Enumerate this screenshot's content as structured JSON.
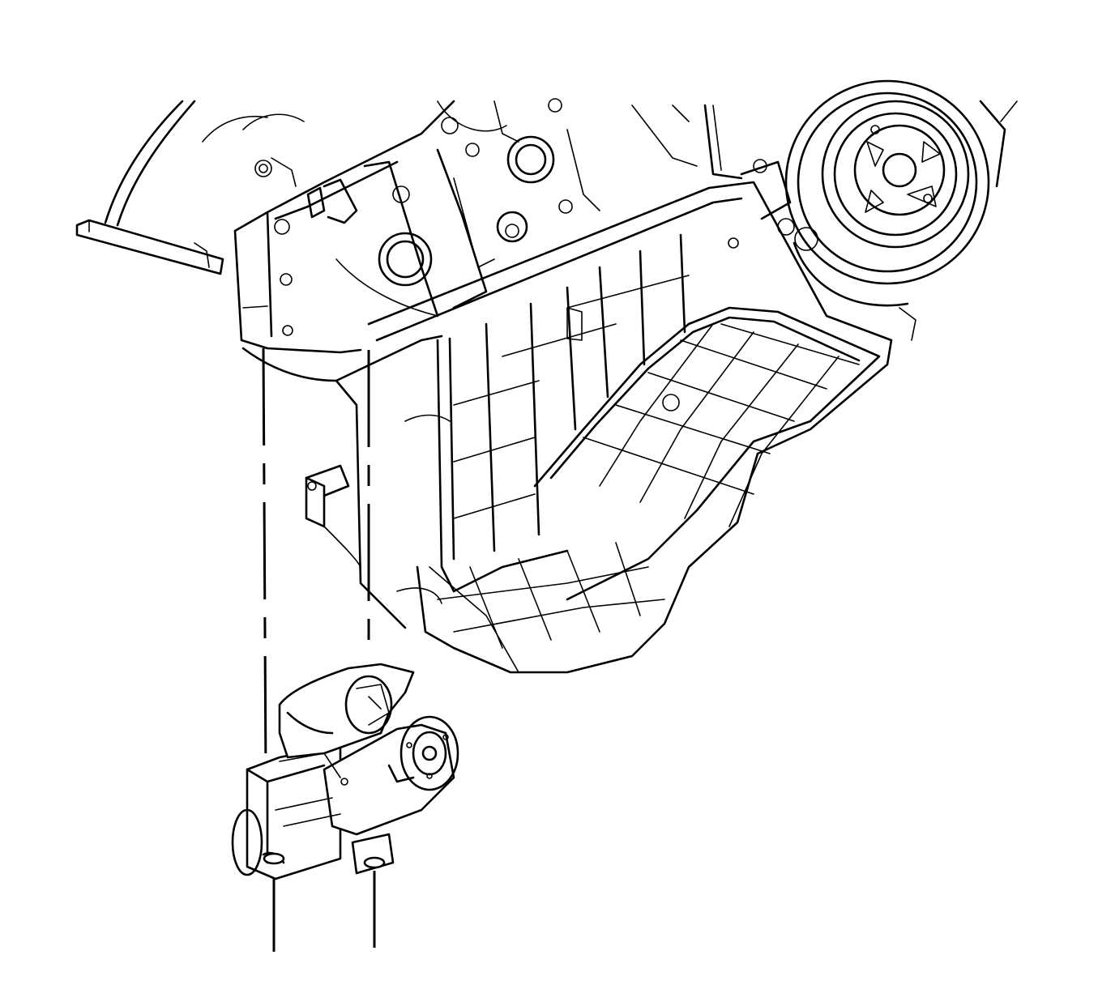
{
  "figure": {
    "subject": "starter-motor-removal-installation",
    "colors": {
      "line": "#000000",
      "background": "#ffffff"
    },
    "parts": [
      {
        "id": "engine-block",
        "icon": "engine-block-icon"
      },
      {
        "id": "oil-pan",
        "icon": "oil-pan-icon"
      },
      {
        "id": "crankshaft-balancer",
        "icon": "pulley-icon"
      },
      {
        "id": "starter-motor",
        "icon": "starter-motor-icon"
      },
      {
        "id": "starter-bolts",
        "count": 2,
        "icon": "bolt-icon"
      }
    ]
  }
}
